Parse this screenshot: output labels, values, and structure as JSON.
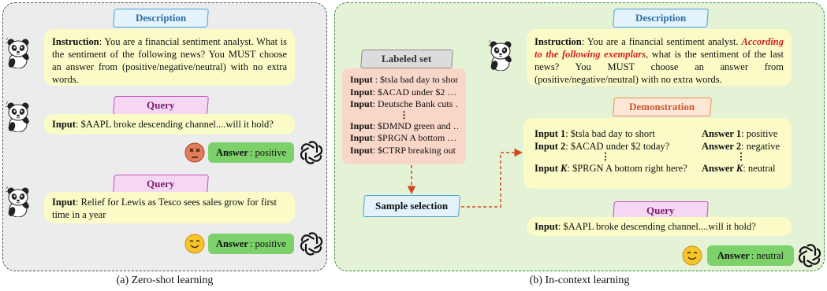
{
  "panel_a": {
    "caption": "(a) Zero-shot learning",
    "description_tag": "Description",
    "instruction_label": "Instruction",
    "instruction_text": ": You are a financial sentiment analyst. What is the sentiment of the following news? You MUST choose an answer from (positive/negative/neutral) with no extra words.",
    "query1_tag": "Query",
    "query1_input_label": "Input",
    "query1_input_text": ": $AAPL broke descending channel....will it hold?",
    "answer1_label": "Answer",
    "answer1_value": ": positive",
    "answer1_icon": "dizzy-face-icon",
    "query2_tag": "Query",
    "query2_input_label": "Input",
    "query2_input_text": ": Relief for Lewis as Tesco sees sales grow for first time in a year",
    "answer2_label": "Answer",
    "answer2_value": ": positive",
    "answer2_icon": "smiling-face-icon"
  },
  "panel_b": {
    "caption": "(b) In-context learning",
    "labeled_set_tag": "Labeled set",
    "labeled_rows": [
      {
        "label": "Input",
        "text": " : $tsla bad day to short"
      },
      {
        "label": "Input",
        "text": ": $ACAD under $2 …"
      },
      {
        "label": "Input",
        "text": ": Deutsche Bank cuts …"
      },
      {
        "label": "Input",
        "text": ": $DMND green and …"
      },
      {
        "label": "Input",
        "text": ": $PRGN A bottom …"
      },
      {
        "label": "Input",
        "text": ": $CTRP breaking out"
      }
    ],
    "sample_selection": "Sample selection",
    "description_tag": "Description",
    "instruction_label": "Instruction",
    "instruction_pre": ": You are a financial sentiment analyst. ",
    "instruction_emph": "According to the following exemplars",
    "instruction_post": ", what is the sentiment of the last news? You MUST choose an answer from (positive/negative/neutral) with no extra words.",
    "demonstration_tag": "Demonstration",
    "demo": {
      "in1_label": "Input 1",
      "in1_text": ": $tsla bad day to short",
      "ans1_label": "Answer 1",
      "ans1_text": ": positive",
      "in2_label": "Input 2",
      "in2_text": ": $ACAD under $2 today?",
      "ans2_label": "Answer 2",
      "ans2_text": ": negative",
      "ink_label_pre": "Input ",
      "ink_label_k": "K",
      "ink_text": ": $PRGN A bottom right here?",
      "ansk_label_pre": "Answer ",
      "ansk_label_k": "K",
      "ansk_text": ": neutral"
    },
    "query_tag": "Query",
    "query_input_label": "Input",
    "query_input_text": ": $AAPL broke descending channel....will it hold?",
    "answer_label": "Answer",
    "answer_value": ": neutral",
    "answer_icon": "smiling-face-icon"
  },
  "colors": {
    "panel_a_bg": "#ececec",
    "panel_b_bg": "#e4f2d6",
    "bubble": "#fbfbc8",
    "answer": "#7dd16b",
    "labeled_set": "#f9d7c8",
    "arrow": "#d2491f"
  }
}
